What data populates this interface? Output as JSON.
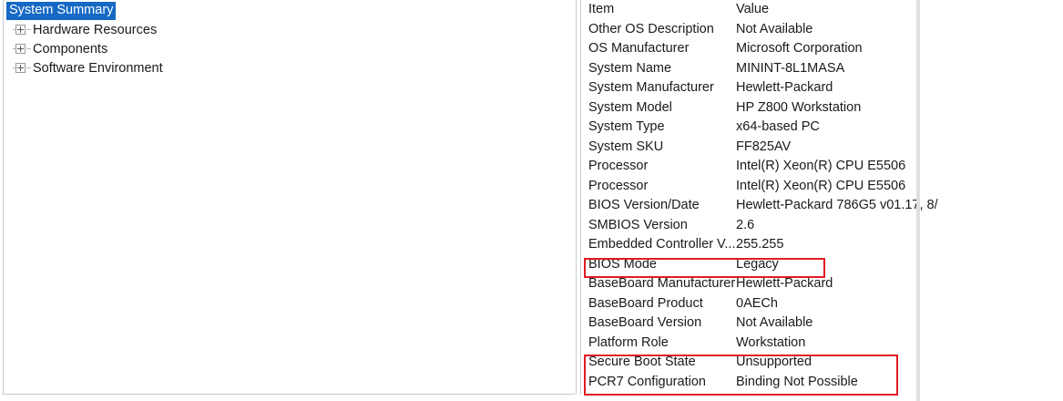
{
  "tree": {
    "root": {
      "label": "System Summary",
      "selected": true
    },
    "children": [
      {
        "label": "Hardware Resources",
        "expander": "plus-icon"
      },
      {
        "label": "Components",
        "expander": "plus-icon"
      },
      {
        "label": "Software Environment",
        "expander": "plus-icon"
      }
    ]
  },
  "details": {
    "columns": {
      "item": "Item",
      "value": "Value"
    },
    "rows": [
      {
        "item": "Other OS Description",
        "value": "Not Available"
      },
      {
        "item": "OS Manufacturer",
        "value": "Microsoft Corporation"
      },
      {
        "item": "System Name",
        "value": "MININT-8L1MASA"
      },
      {
        "item": "System Manufacturer",
        "value": "Hewlett-Packard"
      },
      {
        "item": "System Model",
        "value": "HP Z800 Workstation"
      },
      {
        "item": "System Type",
        "value": "x64-based PC"
      },
      {
        "item": "System SKU",
        "value": "FF825AV"
      },
      {
        "item": "Processor",
        "value": "Intel(R) Xeon(R) CPU            E5506"
      },
      {
        "item": "Processor",
        "value": "Intel(R) Xeon(R) CPU            E5506"
      },
      {
        "item": "BIOS Version/Date",
        "value": "Hewlett-Packard 786G5 v01.17, 8/"
      },
      {
        "item": "SMBIOS Version",
        "value": "2.6"
      },
      {
        "item": "Embedded Controller V...",
        "value": "255.255"
      },
      {
        "item": "BIOS Mode",
        "value": "Legacy"
      },
      {
        "item": "BaseBoard Manufacturer",
        "value": "Hewlett-Packard"
      },
      {
        "item": "BaseBoard Product",
        "value": "0AECh"
      },
      {
        "item": "BaseBoard Version",
        "value": "Not Available"
      },
      {
        "item": "Platform Role",
        "value": "Workstation"
      },
      {
        "item": "Secure Boot State",
        "value": "Unsupported"
      },
      {
        "item": "PCR7 Configuration",
        "value": "Binding Not Possible"
      }
    ]
  },
  "annotations": {
    "color": "#e01b24",
    "boxes": [
      {
        "name": "bios-mode-highlight",
        "targets": [
          "BIOS Mode"
        ]
      },
      {
        "name": "secure-boot-pcr7-highlight",
        "targets": [
          "Secure Boot State",
          "PCR7 Configuration"
        ]
      }
    ]
  },
  "colors": {
    "selection": "#1669c4",
    "selection_text": "#ffffff",
    "text": "#1a1a1a",
    "border": "#c8c8c8",
    "annotation_red": "#e01b24"
  }
}
